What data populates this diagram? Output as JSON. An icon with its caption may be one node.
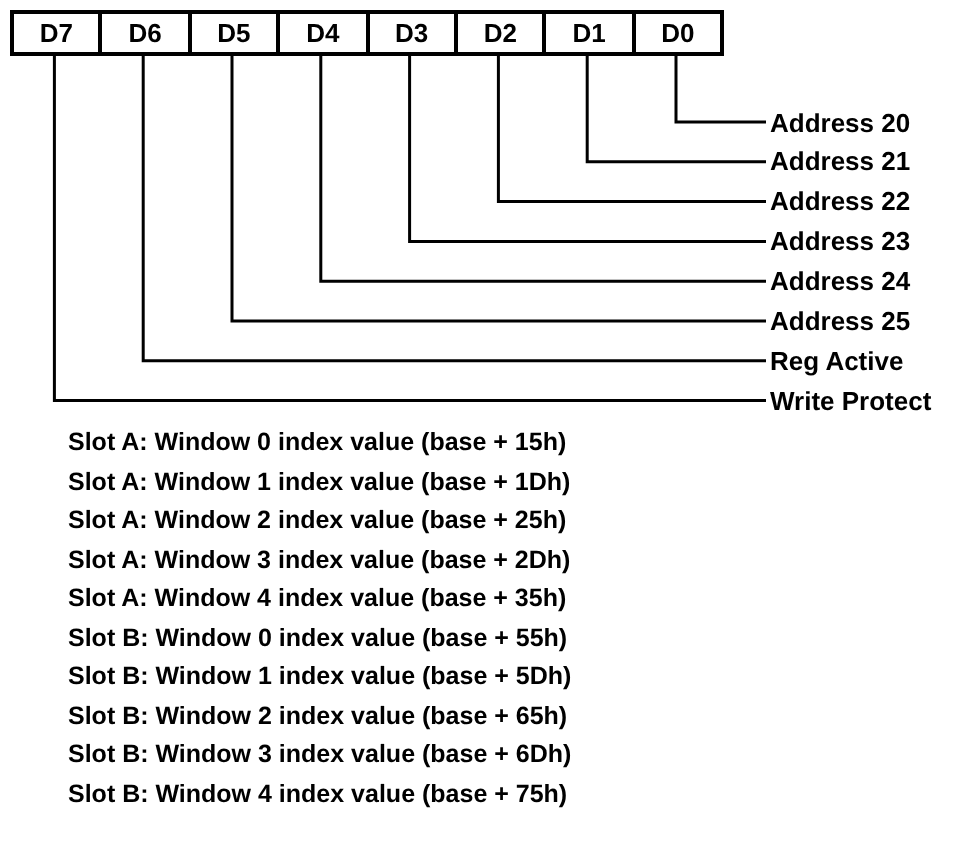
{
  "diagram": {
    "nodes": [
      {
        "text": [
          "D7"
        ]
      },
      {
        "text": [
          "D6"
        ]
      },
      {
        "text": [
          "D5"
        ]
      },
      {
        "text": [
          "D4"
        ]
      },
      {
        "text": [
          "D3"
        ]
      },
      {
        "text": [
          "D2"
        ]
      },
      {
        "text": [
          "D1"
        ]
      },
      {
        "text": [
          "D0"
        ]
      },
      {
        "text": [
          "Address 20"
        ]
      },
      {
        "text": [
          "Address 21"
        ]
      },
      {
        "text": [
          "Address 22"
        ]
      },
      {
        "text": [
          "Address 23"
        ]
      },
      {
        "text": [
          "Address 24"
        ]
      },
      {
        "text": [
          "Address 25"
        ]
      },
      {
        "text": [
          "Reg Active"
        ]
      },
      {
        "text": [
          "Write Protect"
        ]
      }
    ],
    "edges": [
      {
        "from": 7,
        "to": 8,
        "arrow": "none"
      },
      {
        "from": 6,
        "to": 9,
        "arrow": "none"
      },
      {
        "from": 5,
        "to": 10,
        "arrow": "none"
      },
      {
        "from": 4,
        "to": 11,
        "arrow": "none"
      },
      {
        "from": 3,
        "to": 12,
        "arrow": "none"
      },
      {
        "from": 2,
        "to": 13,
        "arrow": "none"
      },
      {
        "from": 1,
        "to": 14,
        "arrow": "none"
      },
      {
        "from": 0,
        "to": 15,
        "arrow": "none"
      }
    ],
    "labels": [
      "Slot A: Window 0 index value (base + 15h)",
      "Slot A: Window 1 index value (base + 1Dh)",
      "Slot A: Window 2 index value (base + 25h)",
      "Slot A: Window 3 index value (base + 2Dh)",
      "Slot A: Window 4 index value (base + 35h)",
      "Slot B: Window 0 index value (base + 55h)",
      "Slot B: Window 1 index value (base + 5Dh)",
      "Slot B: Window 2 index value (base + 65h)",
      "Slot B: Window 3 index value (base + 6Dh)",
      "Slot B: Window 4 index value (base + 75h)"
    ]
  }
}
